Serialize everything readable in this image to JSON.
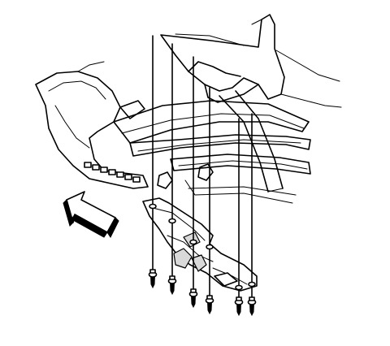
{
  "diagram": {
    "colors": {
      "line": "#000000",
      "background": "#ffffff",
      "shade": "#d9d9d9"
    },
    "fasteners": [
      {
        "name": "push-pin-1"
      },
      {
        "name": "push-pin-2"
      },
      {
        "name": "push-pin-3"
      },
      {
        "name": "push-pin-4"
      },
      {
        "name": "push-pin-5"
      },
      {
        "name": "push-pin-6"
      }
    ],
    "direction_arrow": "front-arrow-icon"
  }
}
